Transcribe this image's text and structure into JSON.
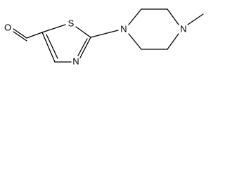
{
  "structure": {
    "atoms": {
      "O": "O",
      "S": "S",
      "N_thiazole": "N",
      "N_piperazine_1": "N",
      "N_piperazine_4": "N"
    }
  },
  "colors": {
    "bond": "#000000",
    "text": "#000000",
    "background": "#ffffff"
  }
}
